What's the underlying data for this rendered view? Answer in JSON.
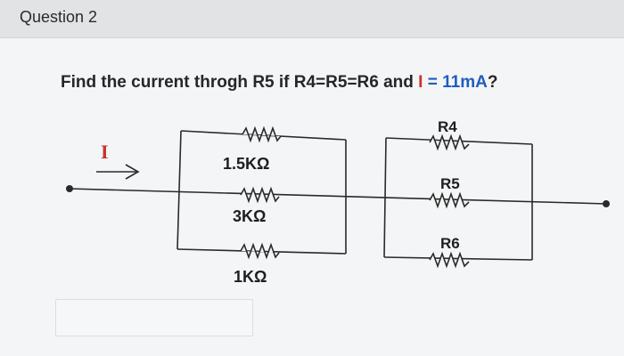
{
  "question": {
    "title": "Question 2"
  },
  "prompt": {
    "part1": "Find the current throgh R5 if R4=R5=R6 and ",
    "current_symbol": "I",
    "equals_value": " = 11mA",
    "end": "?"
  },
  "circuit": {
    "current_label": "I",
    "left_resistors": [
      "1.5KΩ",
      "3KΩ",
      "1KΩ"
    ],
    "right_resistors": [
      "R4",
      "R5",
      "R6"
    ]
  },
  "colors": {
    "red": "#c8332a",
    "blue": "#1f5dbf",
    "wire": "#2a2a2a"
  }
}
